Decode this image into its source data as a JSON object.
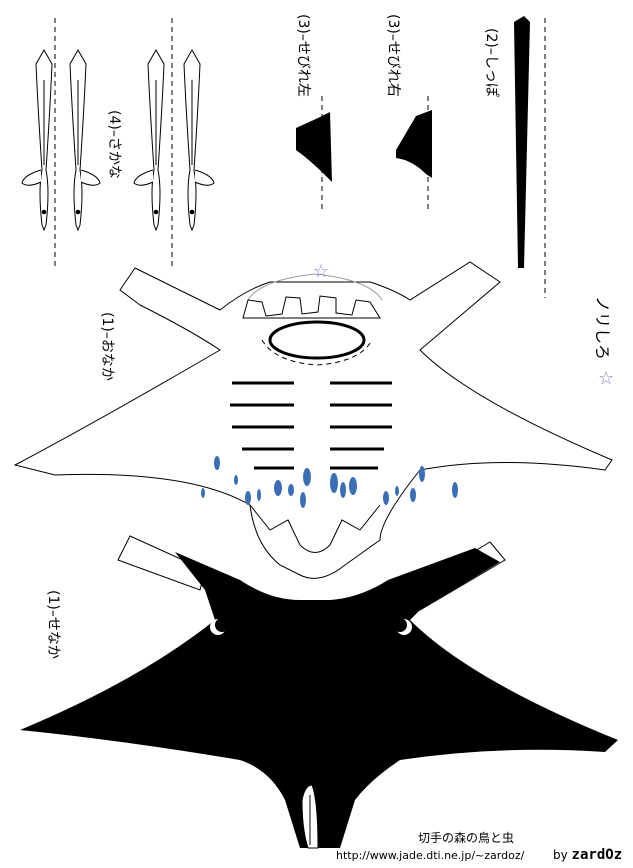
{
  "labels": {
    "sakana": "(4)–さかな",
    "sebire_left": "(3)–せびれ左",
    "sebire_right": "(3)–せびれ右",
    "shippo": "(2)–しっぽ",
    "onaka": "(1)–おなか",
    "senaka": "(1)–せなか",
    "norishiro": "ノリしろ"
  },
  "credits": {
    "title": "切手の森の鳥と虫",
    "url": "http://www.jade.dti.ne.jp/~zardoz/",
    "by": "by",
    "logo": "zardOz"
  },
  "colors": {
    "ink": "#000000",
    "spots": "#3a6fb5",
    "star": "#8888cc"
  }
}
